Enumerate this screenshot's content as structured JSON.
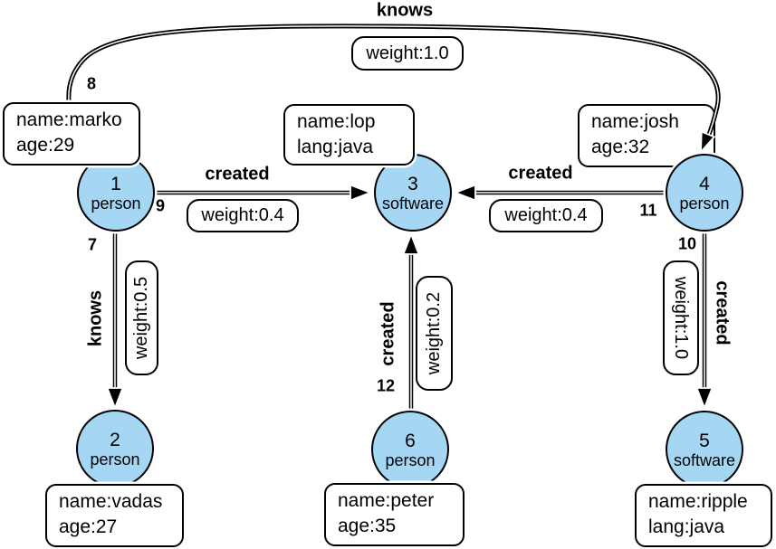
{
  "graph_title": "",
  "colors": {
    "node_fill": "#A5D6F4",
    "stroke": "#000000",
    "box_fill": "#FFFFFF"
  },
  "nodes": [
    {
      "id": "1",
      "type": "person",
      "prop1": "name:marko",
      "prop2": "age:29"
    },
    {
      "id": "2",
      "type": "person",
      "prop1": "name:vadas",
      "prop2": "age:27"
    },
    {
      "id": "3",
      "type": "software",
      "prop1": "name:lop",
      "prop2": "lang:java"
    },
    {
      "id": "4",
      "type": "person",
      "prop1": "name:josh",
      "prop2": "age:32"
    },
    {
      "id": "5",
      "type": "software",
      "prop1": "name:ripple",
      "prop2": "lang:java"
    },
    {
      "id": "6",
      "type": "person",
      "prop1": "name:peter",
      "prop2": "age:35"
    }
  ],
  "edges": {
    "e7": {
      "id": "7",
      "label": "knows",
      "weight": "weight:0.5",
      "from": "1",
      "to": "2"
    },
    "e8": {
      "id": "8",
      "label": "knows",
      "weight": "weight:1.0",
      "from": "1",
      "to": "4"
    },
    "e9": {
      "id": "9",
      "label": "created",
      "weight": "weight:0.4",
      "from": "1",
      "to": "3"
    },
    "e10": {
      "id": "10",
      "label": "created",
      "weight": "weight:1.0",
      "from": "4",
      "to": "5"
    },
    "e11": {
      "id": "11",
      "label": "created",
      "weight": "weight:0.4",
      "from": "4",
      "to": "3"
    },
    "e12": {
      "id": "12",
      "label": "created",
      "weight": "weight:0.2",
      "from": "6",
      "to": "3"
    }
  }
}
